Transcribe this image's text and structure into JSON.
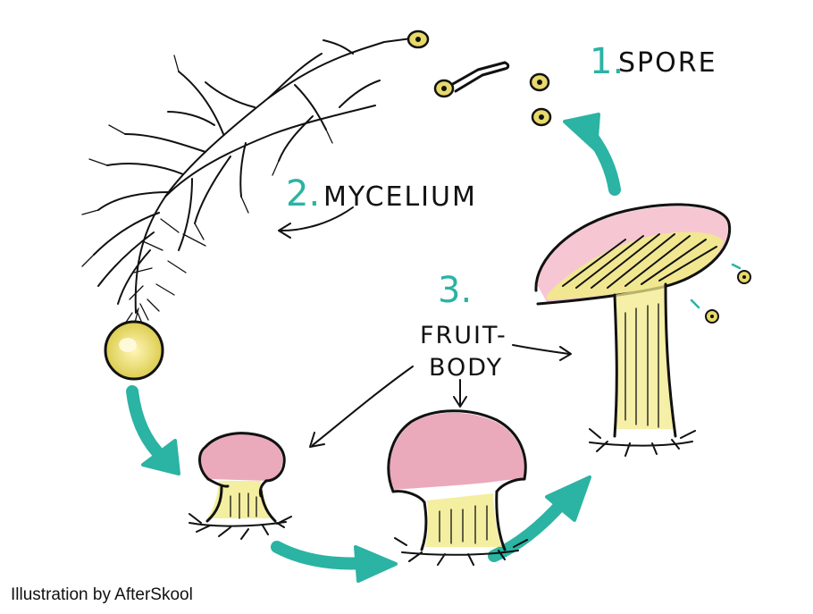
{
  "stages": {
    "spore": {
      "number": "1.",
      "label": "SPORE"
    },
    "mycelium": {
      "number": "2.",
      "label": "MYCELIUM"
    },
    "fruitbody": {
      "number": "3.",
      "label_line1": "FRUIT-",
      "label_line2": "BODY"
    }
  },
  "credit": "Illustration by AfterSkool",
  "colors": {
    "teal": "#2bb3a3",
    "cap_pink": "#e79ab0",
    "stem_yellow": "#f1ea8a",
    "spore_yellow": "#e7d96a",
    "ink": "#111111"
  }
}
